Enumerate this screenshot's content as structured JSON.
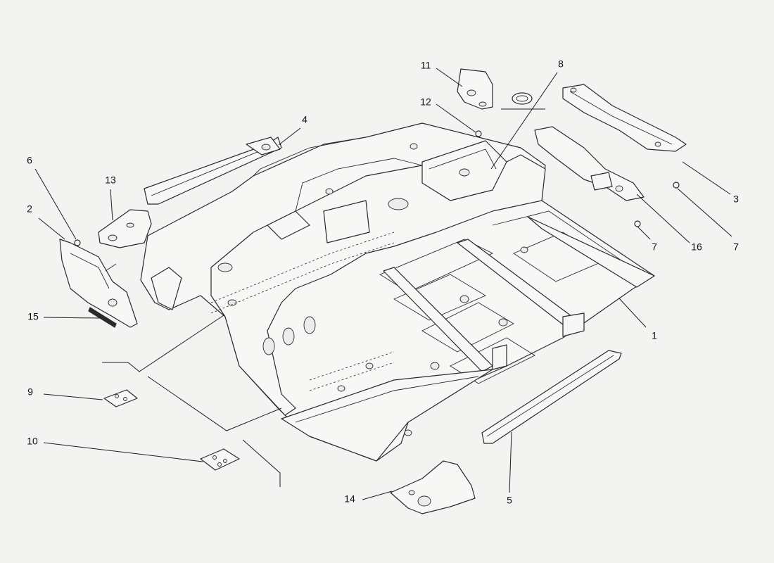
{
  "callouts": [
    {
      "id": "1",
      "label": "1"
    },
    {
      "id": "2",
      "label": "2"
    },
    {
      "id": "3",
      "label": "3"
    },
    {
      "id": "4",
      "label": "4"
    },
    {
      "id": "5",
      "label": "5"
    },
    {
      "id": "6",
      "label": "6"
    },
    {
      "id": "7a",
      "label": "7"
    },
    {
      "id": "7b",
      "label": "7"
    },
    {
      "id": "8",
      "label": "8"
    },
    {
      "id": "9",
      "label": "9"
    },
    {
      "id": "10",
      "label": "10"
    },
    {
      "id": "11",
      "label": "11"
    },
    {
      "id": "12",
      "label": "12"
    },
    {
      "id": "13",
      "label": "13"
    },
    {
      "id": "14",
      "label": "14"
    },
    {
      "id": "15",
      "label": "15"
    },
    {
      "id": "16",
      "label": "16"
    }
  ],
  "colors": {
    "background": "#f3f3f1",
    "line": "#2a2a2a",
    "part_fill": "#f7f7f5"
  }
}
